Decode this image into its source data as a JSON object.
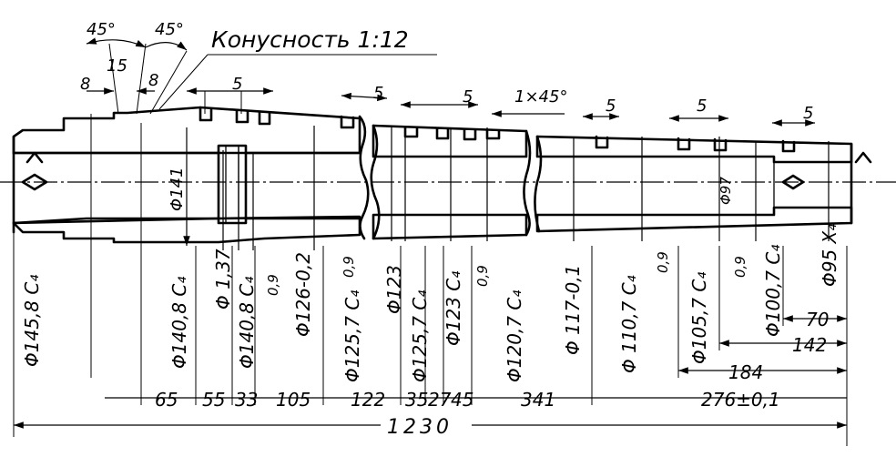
{
  "title": "Конусность 1:12",
  "angles": {
    "left": "45°",
    "right": "45°",
    "angle_a": "15",
    "step_left": "8",
    "step_right": "8"
  },
  "top_dims": {
    "groove_a": "5",
    "groove_b": "5",
    "groove_c": "5",
    "chamfer": "1×45°",
    "groove_d": "5",
    "groove_e": "5",
    "groove_f": "5"
  },
  "diameters": {
    "d141": "Φ141",
    "d97": "Φ97",
    "d1458": "Φ145,8 C₄",
    "d1408a": "Φ140,8 C₄",
    "d137": "Φ 1,37",
    "d1408b": "Φ140,8 C₄",
    "d126": "Φ126-0,2",
    "d1257a": "Φ125,7 C₄",
    "d123": "Φ123",
    "d1257b": "Φ125,7 C₄",
    "d123c": "Φ123 C₄",
    "d1207": "Φ120,7 C₄",
    "d117": "Φ 117-0,1",
    "d1107": "Φ 110,7 C₄",
    "d1057": "Φ105,7 C₄",
    "d1007": "Φ100,7 C₄",
    "d95": "Φ95 X₄"
  },
  "groove_depths": {
    "g1": "0,9",
    "g2": "0,9",
    "g3": "0,9",
    "g4": "0,9",
    "g5": "0,9"
  },
  "lengths": {
    "l65": "65",
    "l55": "55",
    "l33": "33",
    "l105": "105",
    "l122": "122",
    "l35": "35",
    "l27": "27",
    "l45": "45",
    "l341": "341",
    "l276": "276±0,1",
    "l70": "70",
    "l142": "142",
    "l184": "184",
    "total": "1230"
  }
}
